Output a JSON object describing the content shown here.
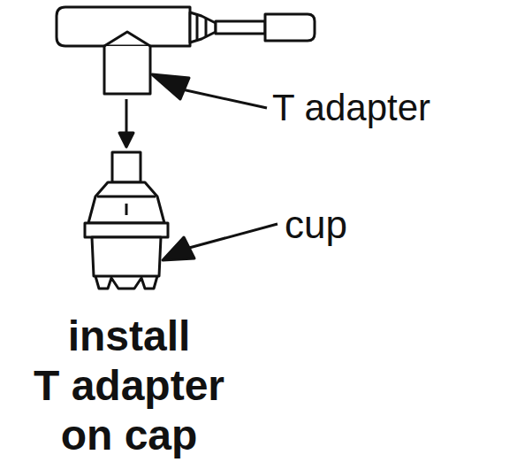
{
  "diagram": {
    "caption": "install T adapter on cap",
    "labels": [
      "T adapter",
      "cup"
    ]
  }
}
